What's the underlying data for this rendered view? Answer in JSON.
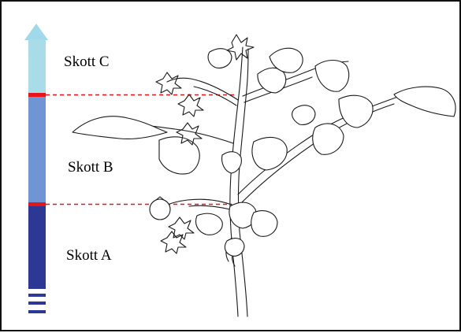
{
  "shoots": [
    {
      "id": "C",
      "label": "Skott C",
      "color": "#a9dbe8"
    },
    {
      "id": "B",
      "label": "Skott B",
      "color": "#6f96d3"
    },
    {
      "id": "A",
      "label": "Skott A",
      "color": "#2c3894"
    }
  ],
  "colors": {
    "boundary_marker": "#e8141b",
    "boundary_line": "#e8141b",
    "arrow_head": "#9fd9ea",
    "plant_outline": "#1a1a1a"
  },
  "icons": {
    "growth_arrow": "up-arrow-icon",
    "continuation_marks": "dash-lines-icon"
  }
}
